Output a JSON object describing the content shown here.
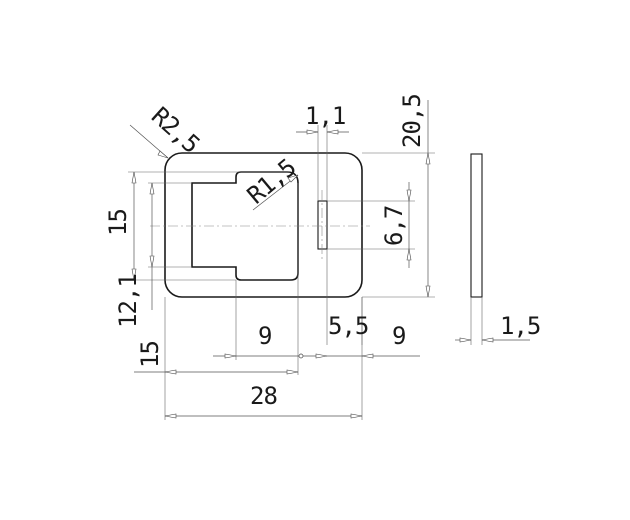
{
  "drawing": {
    "dimensions": {
      "radius_corner": "R2,5",
      "radius_inner": "R1,5",
      "slot_width": "1,1",
      "overall_height": "20,5",
      "opening_height": "15",
      "slot_height": "6,7",
      "lower_height": "12,1",
      "left_offset": "15",
      "opening_right": "9",
      "slot_offset": "5,5",
      "right_offset": "9",
      "overall_width": "28",
      "thickness": "1,5"
    }
  }
}
